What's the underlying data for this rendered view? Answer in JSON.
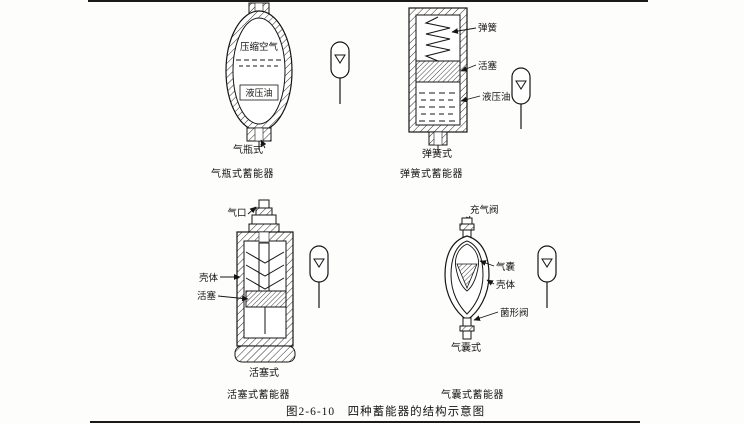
{
  "figure": {
    "caption": "图2-6-10　四种蓄能器的结构示意图"
  },
  "gas_bottle": {
    "title": "气瓶式蓄能器",
    "type_label": "气瓶式",
    "compressed_air": "压缩空气",
    "hydraulic_oil": "液压油"
  },
  "spring_type": {
    "title": "弹簧式蓄能器",
    "type_label": "弹簧式",
    "spring": "弹簧",
    "piston": "活塞",
    "hydraulic_oil": "液压油"
  },
  "piston_type": {
    "title": "活塞式蓄能器",
    "type_label": "活塞式",
    "gas_port": "气口",
    "shell": "壳体",
    "piston": "活塞"
  },
  "bladder_type": {
    "title": "气囊式蓄能器",
    "type_label": "气囊式",
    "charging_valve": "充气阀",
    "bladder": "气囊",
    "shell": "壳体",
    "mushroom_valve": "菌形阀"
  }
}
